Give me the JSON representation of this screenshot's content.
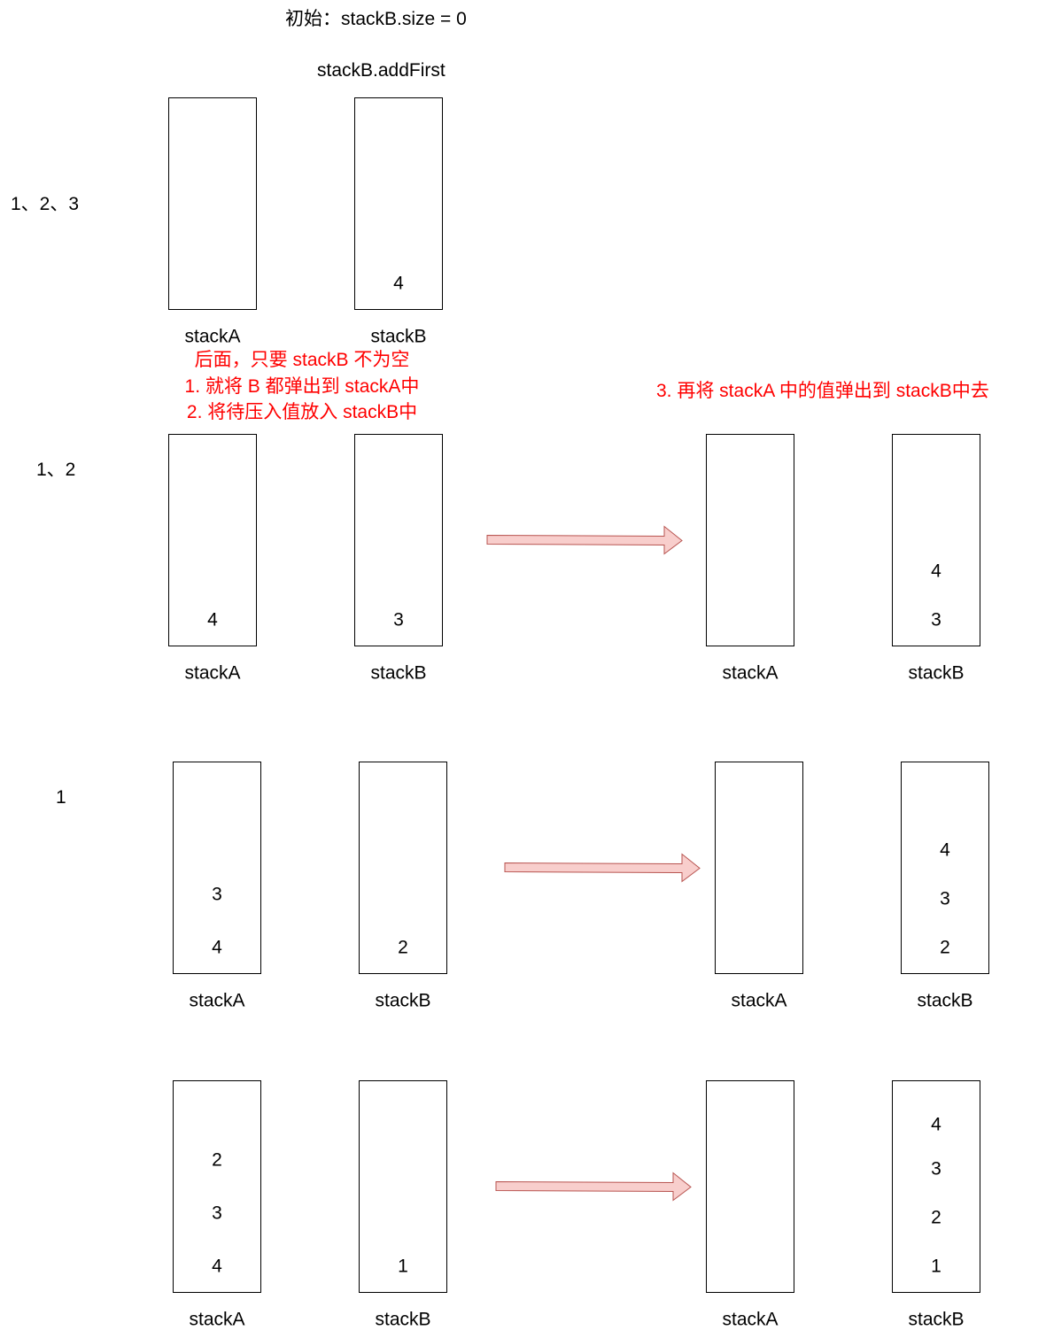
{
  "title": {
    "initial": "初始：stackB.size = 0",
    "method": "stackB.addFirst"
  },
  "row_labels": [
    "1、2、3",
    "1、2",
    "1"
  ],
  "notes": {
    "left": [
      "后面，只要 stackB 不为空",
      "1. 就将 B 都弹出到 stackA中",
      "2. 将待压入值放入 stackB中"
    ],
    "right": "3. 再将 stackA 中的值弹出到 stackB中去"
  },
  "stack_labels": {
    "a": "stackA",
    "b": "stackB"
  },
  "rows": [
    {
      "left": {
        "stackA": [],
        "stackB": [
          "4"
        ]
      }
    },
    {
      "left": {
        "stackA": [
          "4"
        ],
        "stackB": [
          "3"
        ]
      },
      "right": {
        "stackA": [],
        "stackB": [
          "4",
          "3"
        ]
      }
    },
    {
      "left": {
        "stackA": [
          "3",
          "4"
        ],
        "stackB": [
          "2"
        ]
      },
      "right": {
        "stackA": [],
        "stackB": [
          "4",
          "3",
          "2"
        ]
      }
    },
    {
      "left": {
        "stackA": [
          "2",
          "3",
          "4"
        ],
        "stackB": [
          "1"
        ]
      },
      "right": {
        "stackA": [],
        "stackB": [
          "4",
          "3",
          "2",
          "1"
        ]
      }
    }
  ],
  "colors": {
    "note": "#ff0000",
    "arrow_fill": "#f8cecc",
    "arrow_stroke": "#b85450"
  }
}
